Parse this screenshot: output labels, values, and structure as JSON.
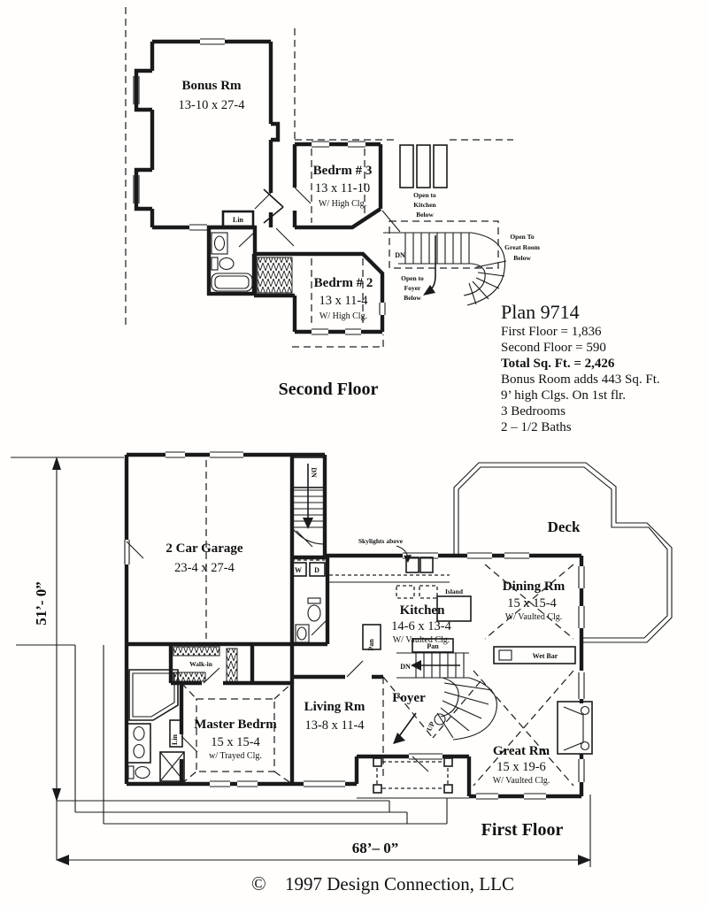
{
  "ink": "#1a1a1a",
  "paper": "#fffefc",
  "titles": {
    "second_floor": "Second Floor",
    "first_floor": "First Floor"
  },
  "plan_info": {
    "title": "Plan 9714",
    "first_floor": "First Floor = 1,836",
    "second_floor": "Second Floor = 590",
    "total": "Total Sq. Ft. = 2,426",
    "bonus": "Bonus Room adds 443 Sq. Ft.",
    "ceilings": "9’ high Clgs. On 1st flr.",
    "bedrooms": "3 Bedrooms",
    "baths": "2 – 1/2 Baths"
  },
  "second_floor": {
    "bonus": {
      "name": "Bonus Rm",
      "size": "13-10 x 27-4"
    },
    "bedrm3": {
      "name": "Bedrm # 3",
      "size": "13 x 11-10",
      "clg": "W/ High Clg."
    },
    "bedrm2": {
      "name": "Bedrm # 2",
      "size": "13 x 11-4",
      "clg": "W/ High Clg."
    },
    "lin": "Lin",
    "dn": "DN",
    "open_kitchen": {
      "l1": "Open to",
      "l2": "Kitchen",
      "l3": "Below"
    },
    "open_great": {
      "l1": "Open To",
      "l2": "Great Room",
      "l3": "Below"
    },
    "open_foyer": {
      "l1": "Open to",
      "l2": "Foyer",
      "l3": "Below"
    }
  },
  "first_floor": {
    "garage": {
      "name": "2 Car Garage",
      "size": "23-4 x 27-4"
    },
    "kitchen": {
      "name": "Kitchen",
      "size": "14-6 x 13-4",
      "clg": "W/ Vaulted Clg."
    },
    "dining": {
      "name": "Dining Rm",
      "size": "15 x 15-4",
      "clg": "W/ Vaulted Clg."
    },
    "great": {
      "name": "Great Rm",
      "size": "15 x 19-6",
      "clg": "W/ Vaulted Clg."
    },
    "living": {
      "name": "Living Rm",
      "size": "13-8 x 11-4"
    },
    "master": {
      "name": "Master Bedrm",
      "size": "15 x 15-4",
      "clg": "w/ Trayed Clg."
    },
    "foyer": "Foyer",
    "deck": "Deck",
    "island": "Island",
    "wet_bar": "Wet Bar",
    "skylights": "Skylights above",
    "walk_in": "Walk-in",
    "pan": "Pan",
    "lin": "Lin",
    "up": "UP",
    "dn": "DN",
    "washer": "W",
    "dryer": "D"
  },
  "dimensions": {
    "width": "68’– 0”",
    "height": "51’- 0”"
  },
  "copyright": {
    "symbol": "©",
    "text": "1997 Design Connection, LLC"
  }
}
